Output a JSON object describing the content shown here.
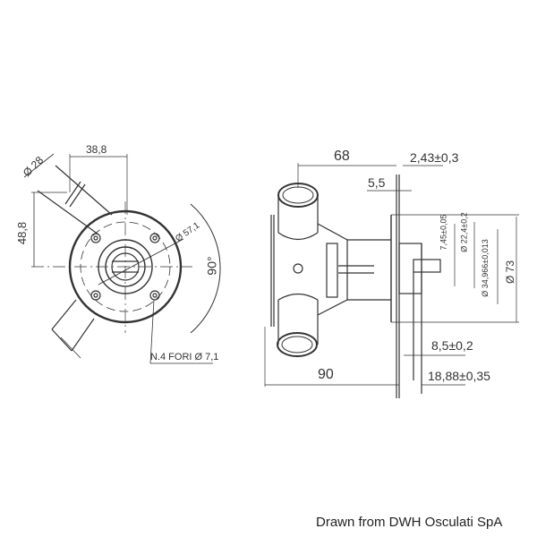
{
  "drawing": {
    "front_view": {
      "dim_inlet_diameter": "Ø 28",
      "dim_horizontal_offset": "38,8",
      "dim_vertical_offset": "48,8",
      "dim_bolt_circle": "Ø 57,1",
      "dim_angle": "90°",
      "note_holes": "N.4 FORI Ø 7,1"
    },
    "side_view": {
      "dim_width_top": "68",
      "dim_flange_thickness": "2,43±0,3",
      "dim_step": "5,5",
      "dim_shaft_flat": "7,45±0,05",
      "dim_shaft_diameter": "Ø 22,4±0,2",
      "dim_pilot_diameter": "Ø 34,966±0,013",
      "dim_flange_diameter": "Ø 73",
      "dim_shaft_length": "8,5±0,2",
      "dim_total_width": "90",
      "dim_shaft_projection": "18,88±0,35"
    }
  },
  "footer": {
    "credit": "Drawn from DWH Osculati SpA"
  }
}
